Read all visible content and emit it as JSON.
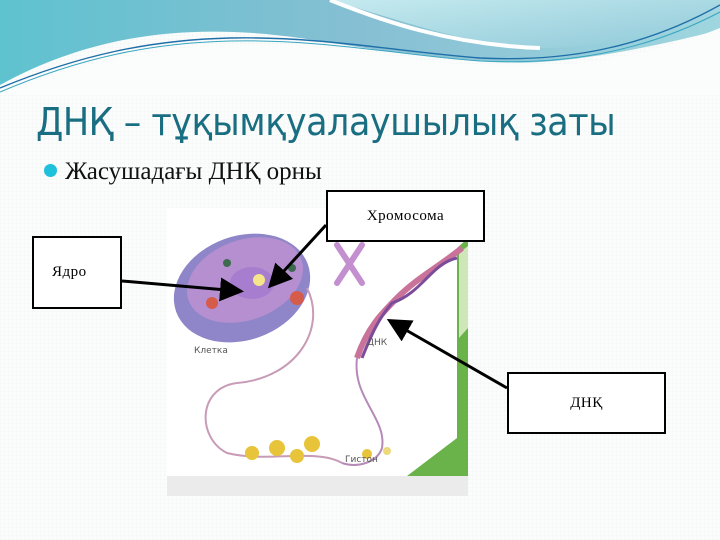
{
  "slide": {
    "title": "ДНҚ – тұқымқуалаушылық заты",
    "bullet": "Жасушадағы ДНҚ орны",
    "colors": {
      "title": "#1a6e82",
      "bullet_dot": "#1ec0dc",
      "wave_light": "#a8dde6",
      "wave_mid": "#6cc3d3",
      "wave_line": "#1f6fa8",
      "figure_accent": "#6ab24a"
    }
  },
  "figure": {
    "labels": {
      "cell": "Клетка",
      "dna": "ДНК",
      "histone": "Гистон"
    }
  },
  "callouts": {
    "chromosome": "Хромосома",
    "nucleus": "Ядро",
    "dna": "ДНҚ"
  }
}
